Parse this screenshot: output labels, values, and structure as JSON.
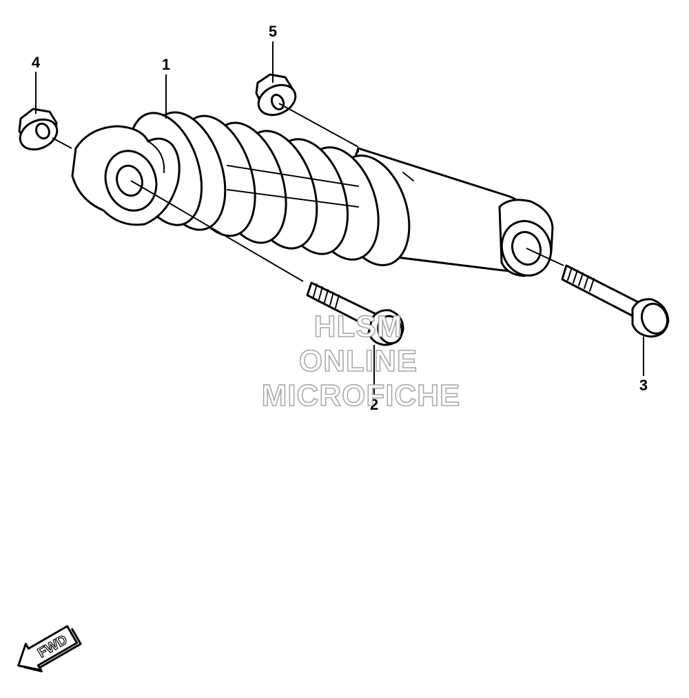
{
  "callouts": {
    "shock": "1",
    "bolt_lower": "2",
    "bolt_right": "3",
    "nut_left": "4",
    "nut_top": "5"
  },
  "watermark": {
    "line1": "HLSM",
    "line2": "ONLINE",
    "line3": "MICROFICHE"
  },
  "direction_label": "FWD",
  "colors": {
    "line": "#000000",
    "background": "#ffffff",
    "watermark": "#a8a8a8"
  }
}
